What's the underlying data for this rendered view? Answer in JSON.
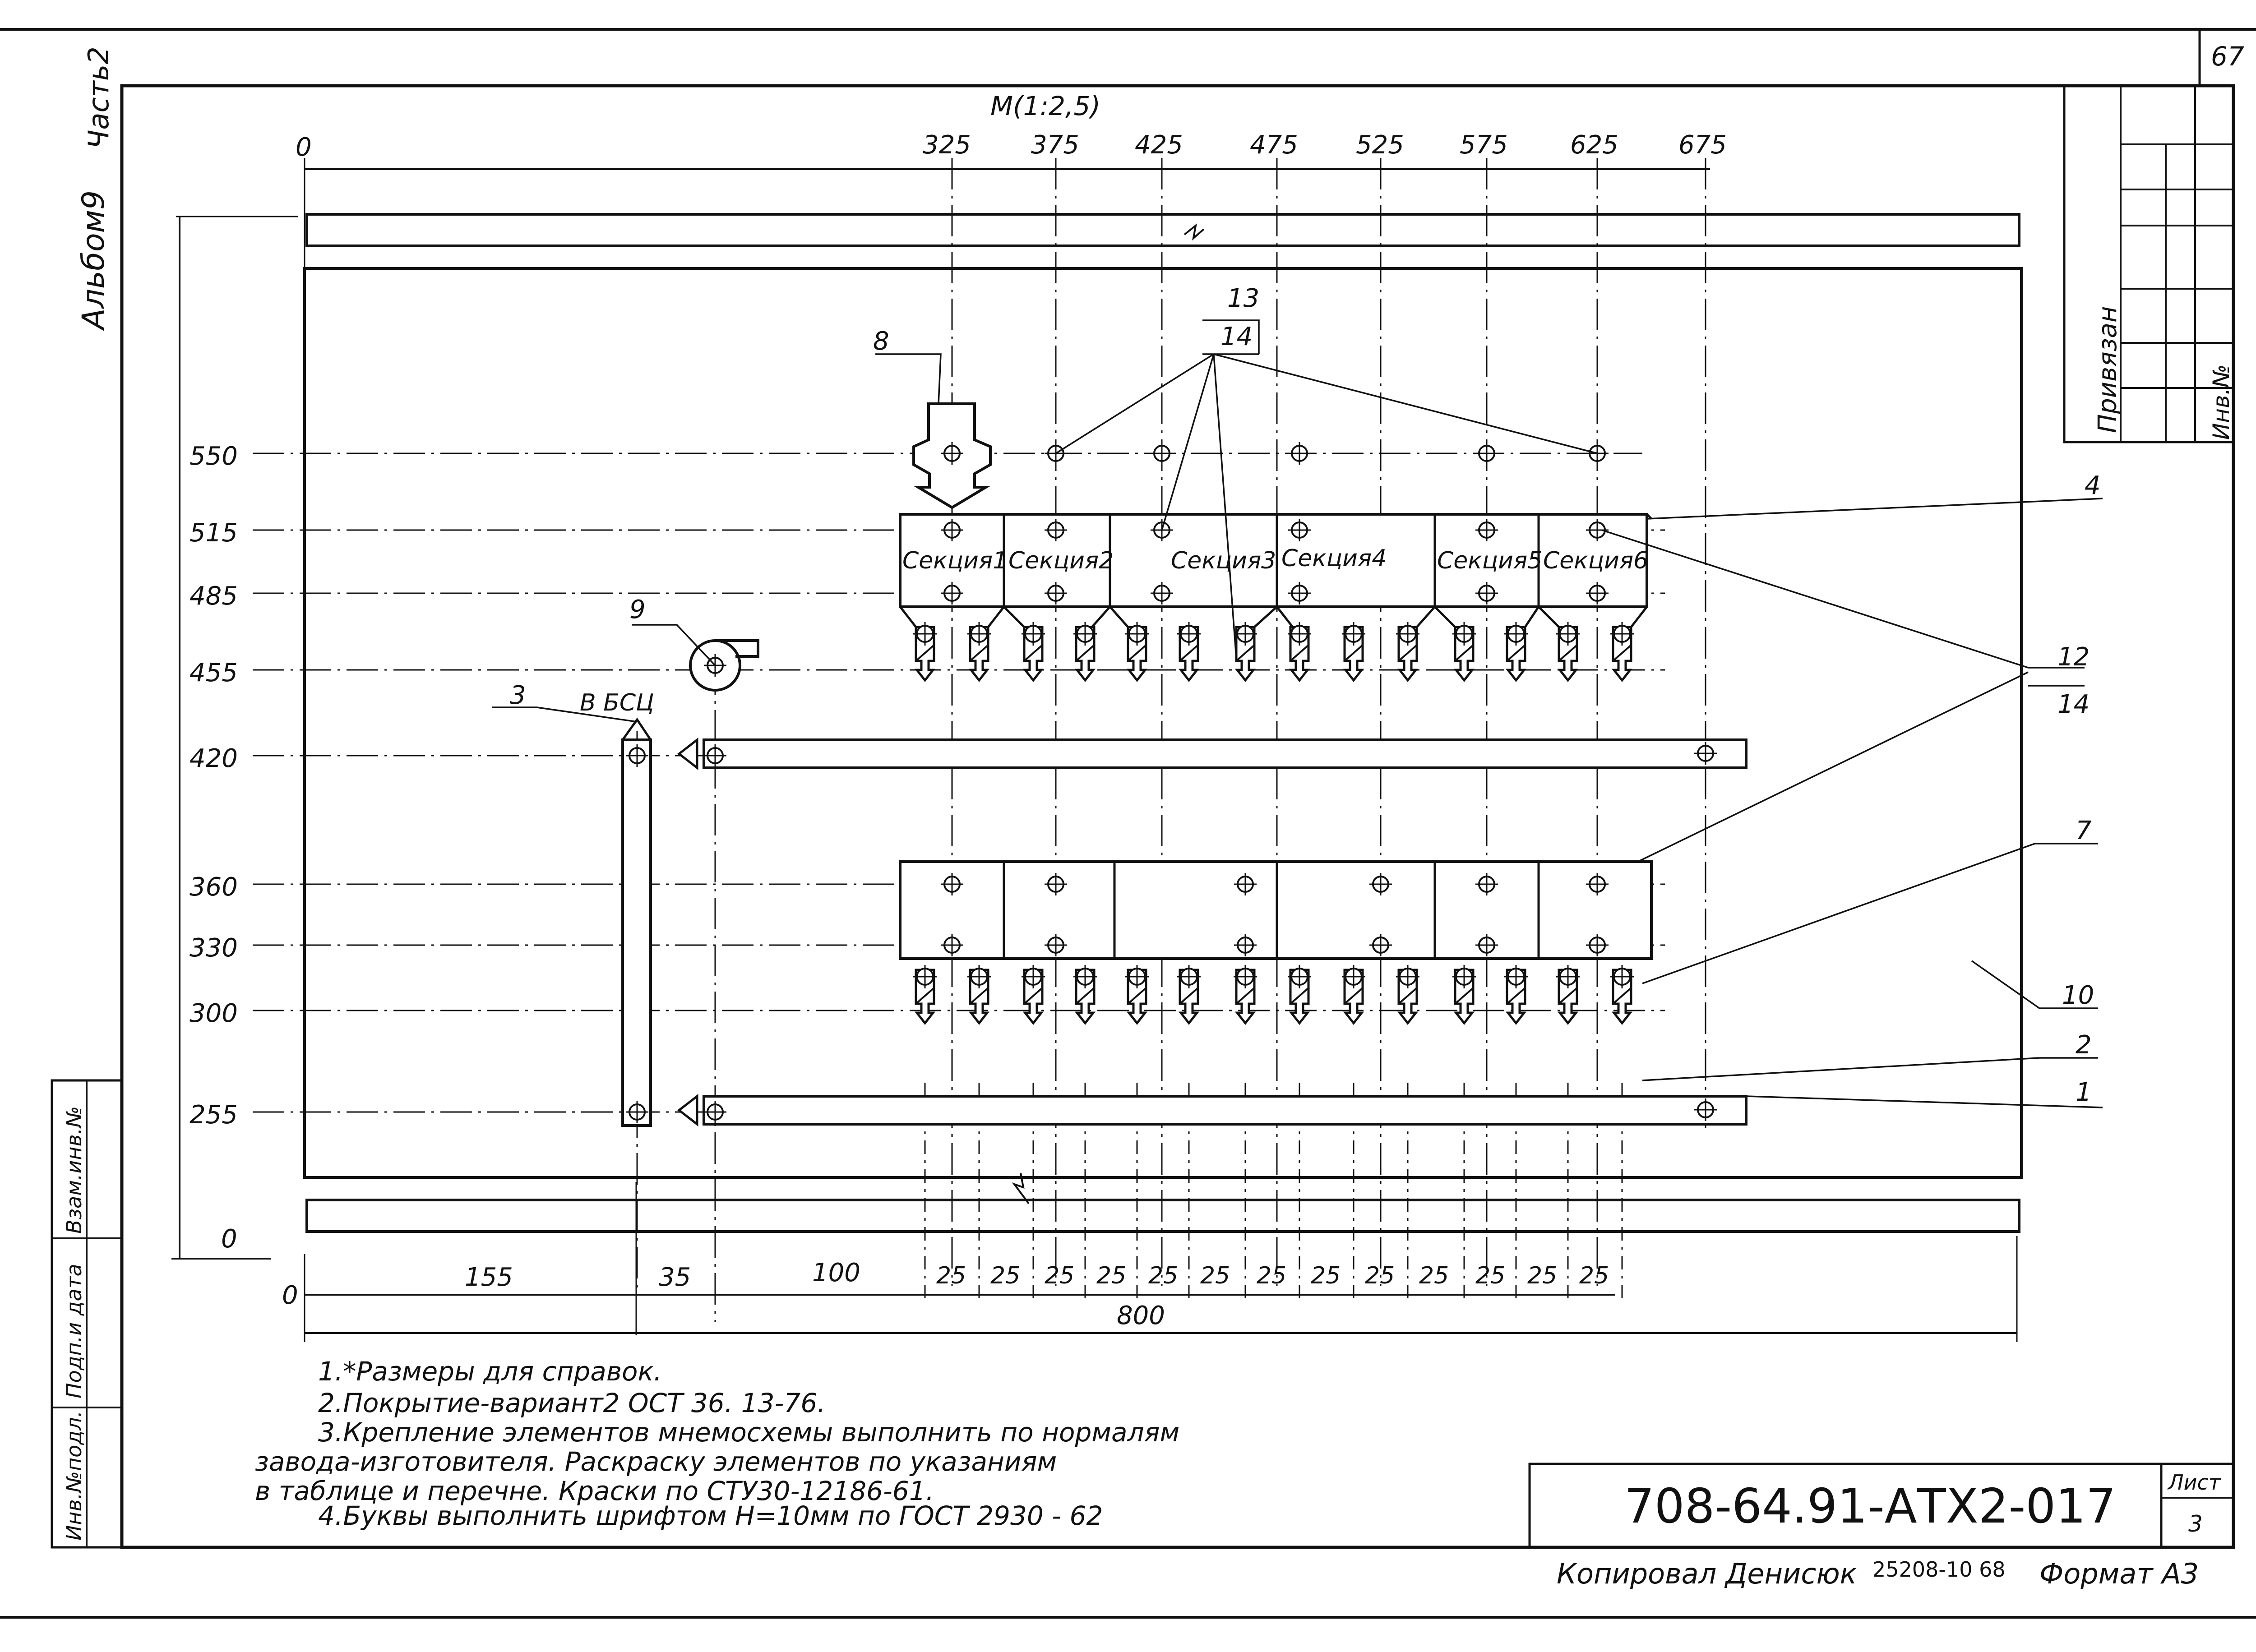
{
  "sheet": {
    "page_number": "67",
    "album": "Альбом9",
    "part": "Часть2",
    "scale": "М(1:2,5)",
    "doc_number": "708-64.91-АТХ2-017",
    "sheet_label": "Лист",
    "sheet_number": "3",
    "copied_by": "Копировал Денисюк",
    "copy_code": "25208-10  68",
    "format": "Формат А3",
    "stamp_label": "Привязан",
    "inv_label": "Инв.№"
  },
  "side_stamp": {
    "inv_orig": "Инв.№подл.",
    "sign_date": "Подп.и дата",
    "replace_inv": "Взам.инв.№"
  },
  "dims": {
    "top_zero": "0",
    "top": [
      "325",
      "375",
      "425",
      "475",
      "525",
      "575",
      "625",
      "675"
    ],
    "left": [
      "550",
      "515",
      "485",
      "455",
      "420",
      "360",
      "330",
      "300",
      "255",
      "0"
    ],
    "bottom_zero": "0",
    "bottom_a": [
      "155",
      "35",
      "100"
    ],
    "bottom_25": [
      "25",
      "25",
      "25",
      "25",
      "25",
      "25",
      "25",
      "25",
      "25",
      "25",
      "25",
      "25",
      "25"
    ],
    "total": "800"
  },
  "sections": [
    "Секция1",
    "Секция2",
    "Секция3",
    "Секция4",
    "Секция5",
    "Секция6"
  ],
  "callouts": {
    "c1": "1",
    "c2": "2",
    "c3": "3",
    "c4": "4",
    "c7": "7",
    "c8": "8",
    "c9": "9",
    "c10": "10",
    "c12": "12",
    "c13": "13",
    "c14a": "14",
    "c14b": "14",
    "to_bsc": "В БСЦ"
  },
  "notes": [
    "1.*Размеры   для справок.",
    "2.Покрытие-вариант2 ОСТ 36. 13-76.",
    "3.Крепление  элементов мнемосхемы выполнить по нормалям",
    "завода-изготовителя.     Раскраску элементов  по указаниям",
    "в  таблице  и перечне.  Краски   по СТУ30-12186-61.",
    "4.Буквы выполнить шрифтом   Н=10мм  по   ГОСТ 2930 - 62"
  ]
}
